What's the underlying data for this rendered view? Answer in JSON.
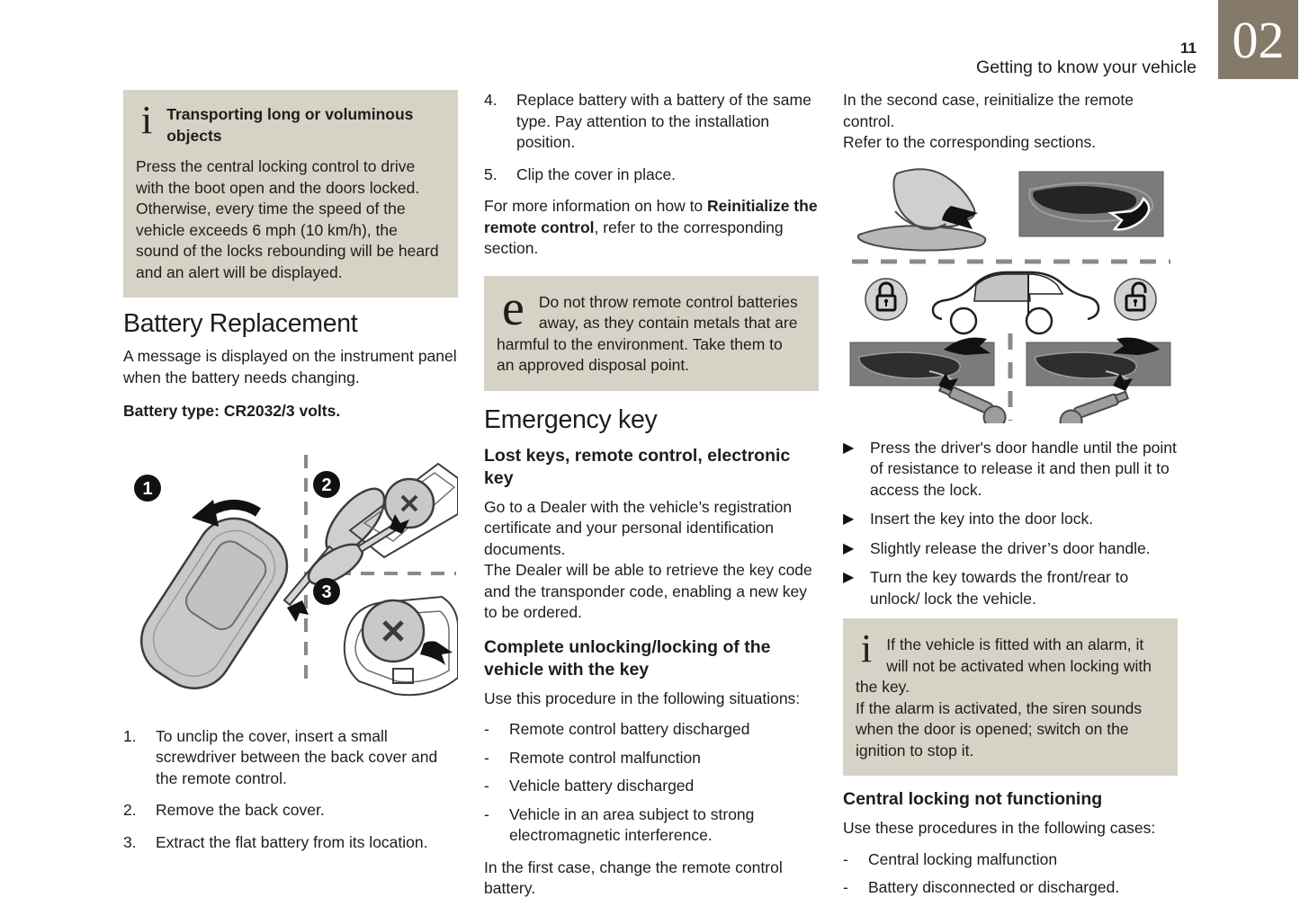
{
  "page": {
    "number": "11",
    "header": "Getting to know your vehicle",
    "chapter": "02"
  },
  "colors": {
    "chapter_box": "#85796a",
    "note_background": "#d6d2c6",
    "text": "#1d1d1b"
  },
  "left": {
    "info_box": {
      "icon": "info-i",
      "title": "Transporting long or voluminous objects",
      "body": "Press the central locking control to drive with the boot open and the doors locked. Otherwise, every time the speed of the vehicle exceeds 6 mph (10 km/h), the sound of the locks rebounding will be heard and an alert will be displayed."
    },
    "section_title": "Battery Replacement",
    "intro": "A message is displayed on the instrument panel when the battery needs changing.",
    "battery_type": "Battery type: CR2032/3 volts.",
    "figure_badges": [
      "1",
      "2",
      "3"
    ],
    "steps": [
      {
        "num": "1.",
        "text": "To unclip the cover, insert a small screwdriver between the back cover and the remote control."
      },
      {
        "num": "2.",
        "text": "Remove the back cover."
      },
      {
        "num": "3.",
        "text": "Extract the flat battery from its location."
      }
    ]
  },
  "middle": {
    "steps": [
      {
        "num": "4.",
        "text": "Replace battery with a battery of the same type. Pay attention to the installation position."
      },
      {
        "num": "5.",
        "text": "Clip the cover in place."
      }
    ],
    "reinit": {
      "pre": "For more information on how to ",
      "bold": "Reinitialize the remote control",
      "post": ", refer to the corresponding section."
    },
    "eco_box": {
      "icon": "environment-e",
      "body": "Do not throw remote control batteries away, as they contain metals that are harmful to the environment. Take them to an approved disposal point."
    },
    "section_title": "Emergency key",
    "sub1": "Lost keys, remote control, electronic key",
    "para1": "Go to a Dealer with the vehicle’s registration certificate and your personal identification documents.",
    "para2": "The Dealer will be able to retrieve the key code and the transponder code, enabling a new key to be ordered.",
    "sub2": "Complete unlocking/locking of the vehicle with the key",
    "para3": "Use this procedure in the following situations:",
    "bullets": [
      "Remote control battery discharged",
      "Remote control malfunction",
      "Vehicle battery discharged",
      "Vehicle in an area subject to strong electromagnetic interference."
    ],
    "para4": "In the first case, change the remote control battery."
  },
  "right": {
    "para1": "In the second case, reinitialize the remote control.",
    "para2": "Refer to the corresponding sections.",
    "arrow_steps": [
      "Press the driver's door handle until the point of resistance to release it and then pull it to access the lock.",
      "Insert the key into the door lock.",
      "Slightly release the driver’s door handle.",
      "Turn the key towards the front/rear to unlock/ lock the vehicle."
    ],
    "info_box": {
      "icon": "info-i",
      "body1": "If the vehicle is fitted with an alarm, it will not be activated when locking with the key.",
      "body2": "If the alarm is activated, the siren sounds when the door is opened; switch on the ignition to stop it."
    },
    "sub": "Central locking not functioning",
    "para3": "Use these procedures in the following cases:",
    "bullets": [
      "Central locking malfunction",
      "Battery disconnected or discharged."
    ]
  }
}
